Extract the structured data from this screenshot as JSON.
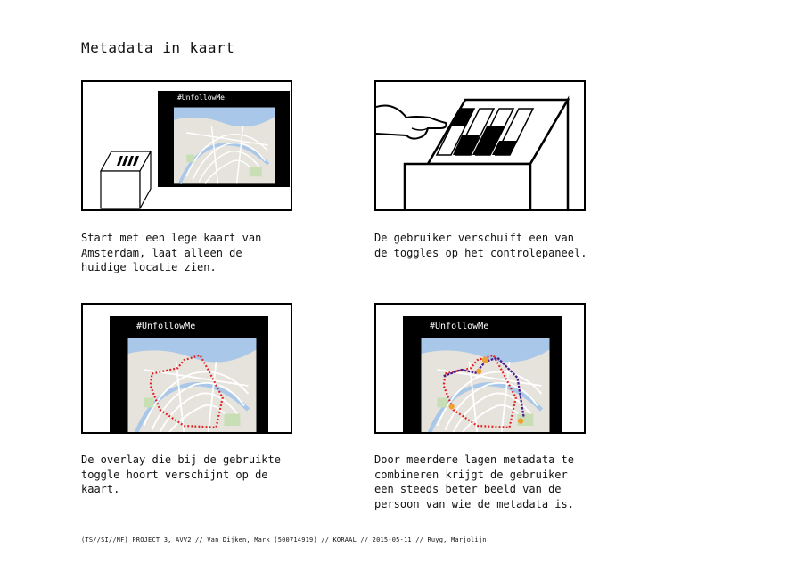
{
  "title": "Metadata in kaart",
  "screen_label": "#UnfollowMe",
  "captions": {
    "p1": "Start met een lege kaart van\nAmsterdam, laat alleen de\nhuidige locatie zien.",
    "p2": "De gebruiker verschuift een van\nde toggles op het controlepaneel.",
    "p3": "De overlay die bij de gebruikte\ntoggle hoort verschijnt op de\nkaart.",
    "p4": "Door meerdere lagen metadata te\ncombineren krijgt de gebruiker\neen steeds beter beeld van de\npersoon van wie de metadata is."
  },
  "footer": "(TS//SI//NF) PROJECT 3, AVV2 // Van Dijken, Mark (500714919) // KORAAL // 2015-05-11 // Ruyg, Marjolijn",
  "colors": {
    "map_bg": "#e6e3dc",
    "water": "#a9c7e8",
    "street": "#ffffff",
    "park": "#c8dfb6",
    "route_red": "#e02020",
    "route_blue": "#4a1c8c",
    "marker_orange": "#f0a030"
  }
}
